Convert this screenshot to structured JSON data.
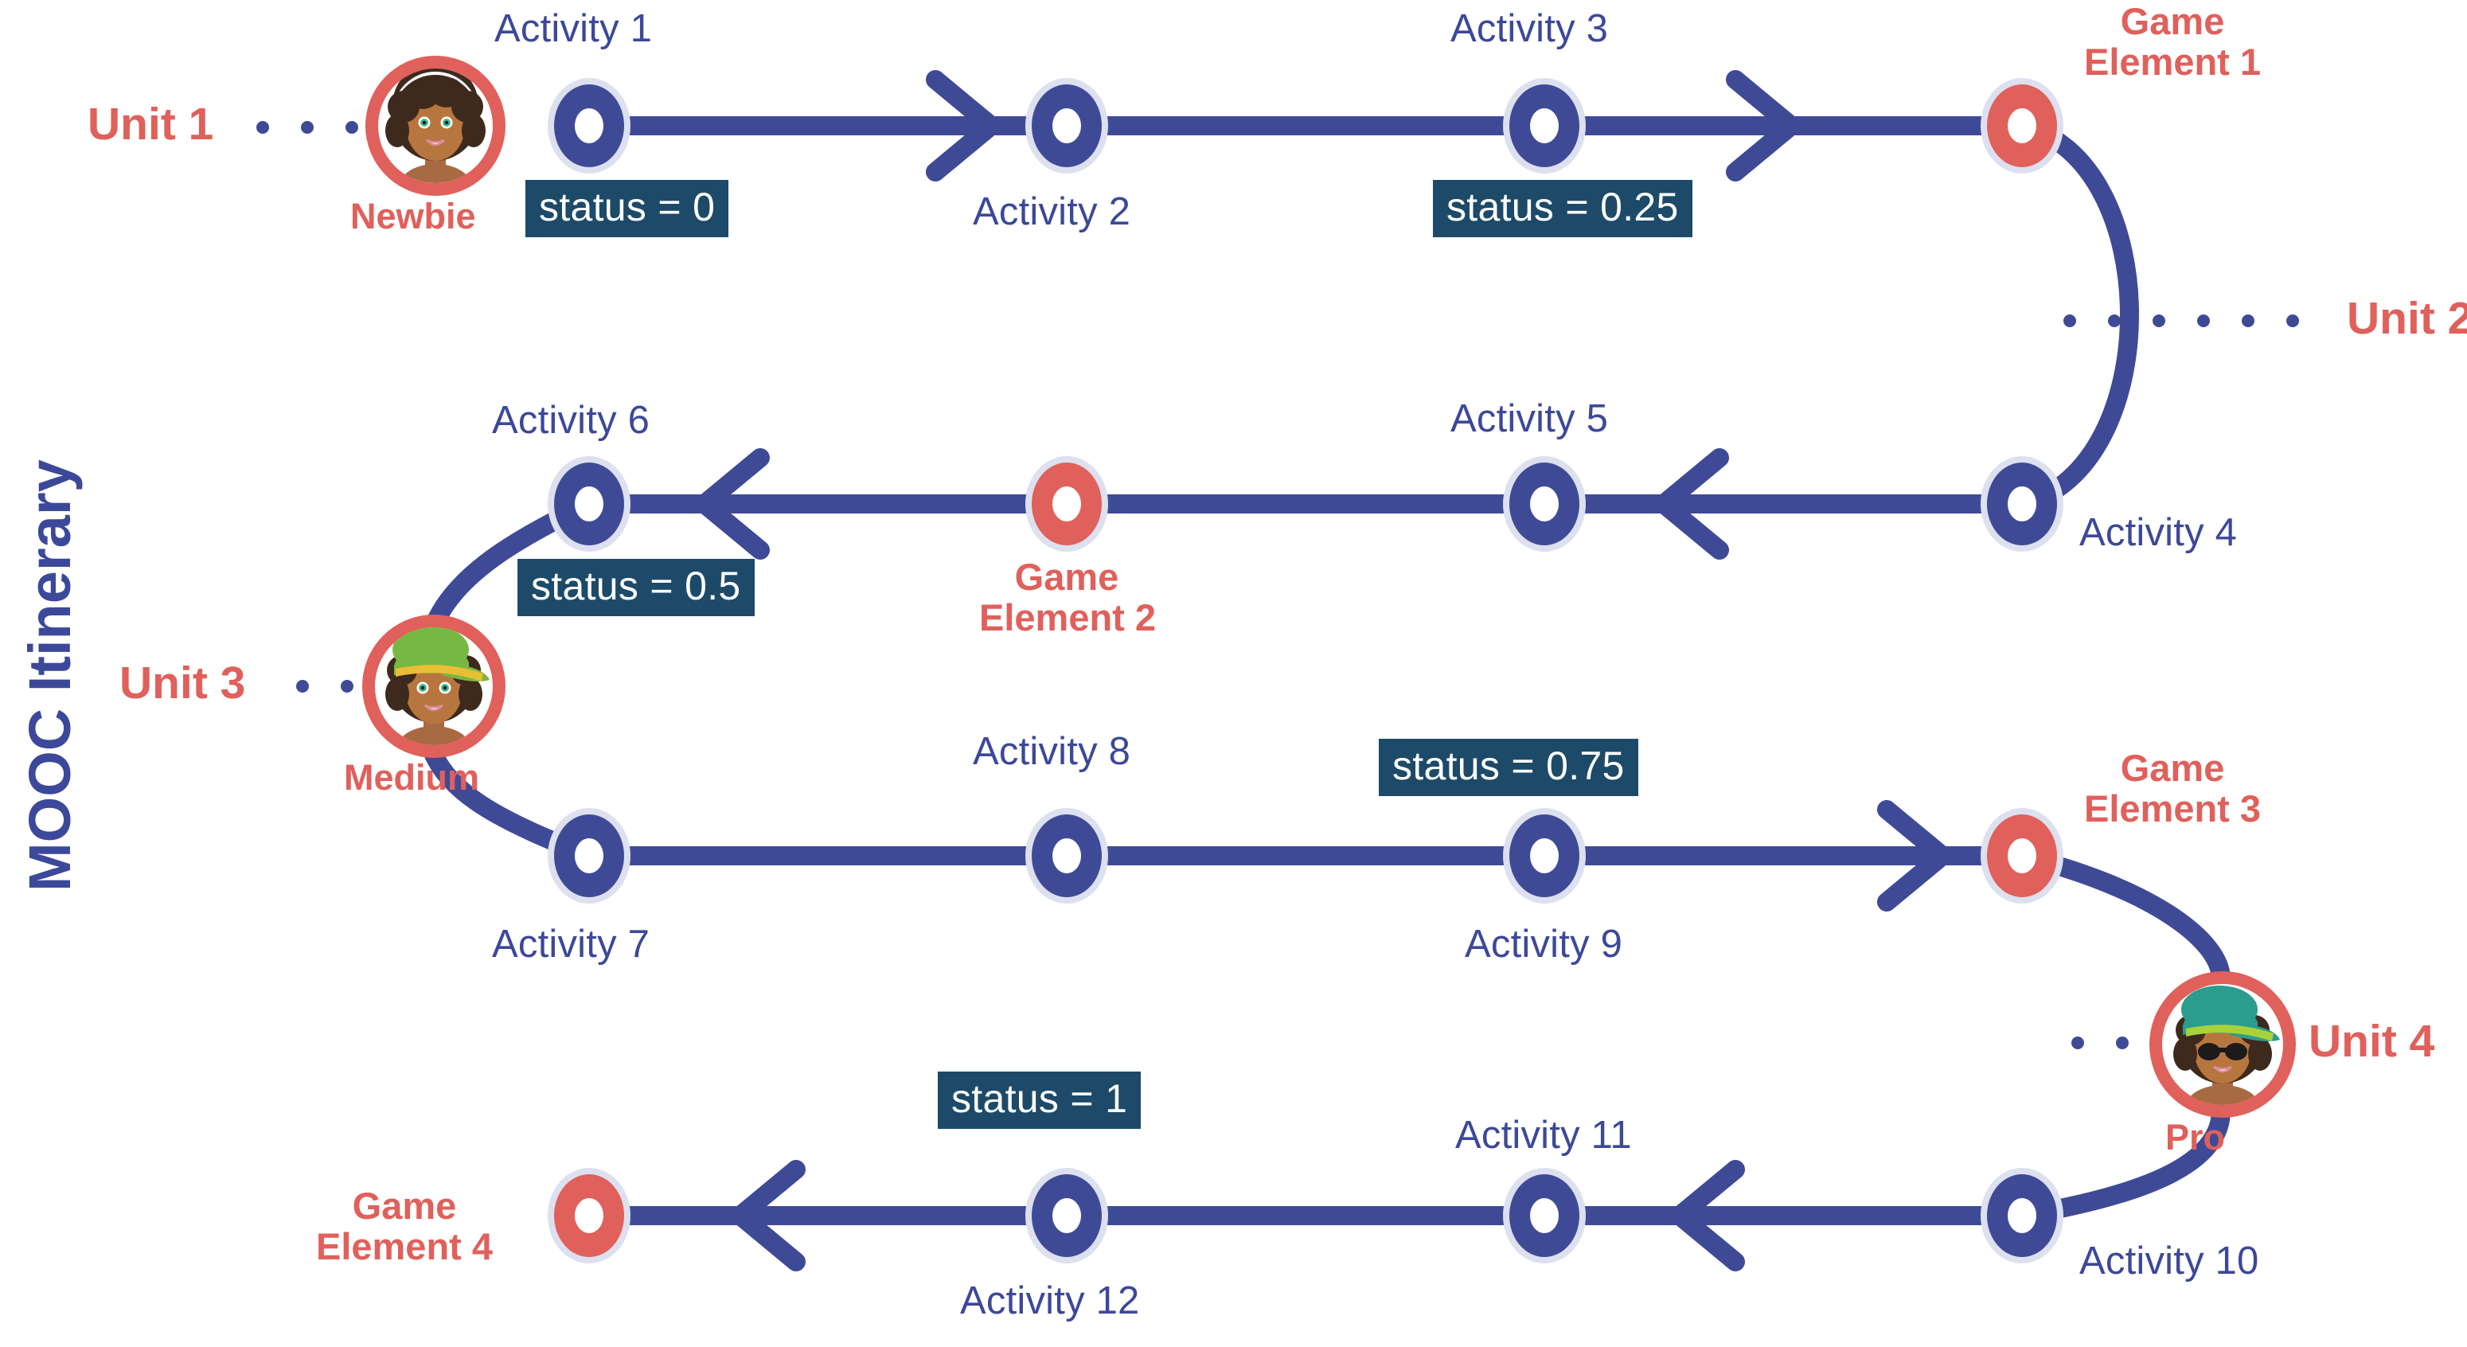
{
  "diagram": {
    "title": "MOOC Itinerary",
    "colors": {
      "node_blue": "#3f4a97",
      "node_red": "#e0605b",
      "node_halo": "#dde0ee",
      "line_blue": "#3f4a97",
      "unit_red": "#e0605b",
      "status_bg": "#1d4a68",
      "status_text": "#ffffff",
      "activity_text": "#3c4899",
      "background": "#ffffff"
    },
    "units": [
      {
        "id": "unit-1",
        "label": "Unit 1"
      },
      {
        "id": "unit-2",
        "label": "Unit 2"
      },
      {
        "id": "unit-3",
        "label": "Unit 3"
      },
      {
        "id": "unit-4",
        "label": "Unit 4"
      }
    ],
    "avatars": [
      {
        "id": "avatar-newbie",
        "caption": "Newbie",
        "icon": "avatar-face-plain"
      },
      {
        "id": "avatar-medium",
        "caption": "Medium",
        "icon": "avatar-face-cap"
      },
      {
        "id": "avatar-pro",
        "caption": "Pro",
        "icon": "avatar-face-cap-sunglasses"
      }
    ],
    "activities": [
      {
        "id": "activity-1",
        "label": "Activity 1"
      },
      {
        "id": "activity-2",
        "label": "Activity 2"
      },
      {
        "id": "activity-3",
        "label": "Activity 3"
      },
      {
        "id": "activity-4",
        "label": "Activity 4"
      },
      {
        "id": "activity-5",
        "label": "Activity 5"
      },
      {
        "id": "activity-6",
        "label": "Activity 6"
      },
      {
        "id": "activity-7",
        "label": "Activity 7"
      },
      {
        "id": "activity-8",
        "label": "Activity 8"
      },
      {
        "id": "activity-9",
        "label": "Activity 9"
      },
      {
        "id": "activity-10",
        "label": "Activity 10"
      },
      {
        "id": "activity-11",
        "label": "Activity 11"
      },
      {
        "id": "activity-12",
        "label": "Activity 12"
      }
    ],
    "game_elements": [
      {
        "id": "game-element-1",
        "line1": "Game",
        "line2": "Element 1"
      },
      {
        "id": "game-element-2",
        "line1": "Game",
        "line2": "Element 2"
      },
      {
        "id": "game-element-3",
        "line1": "Game",
        "line2": "Element 3"
      },
      {
        "id": "game-element-4",
        "line1": "Game",
        "line2": "Element 4"
      }
    ],
    "status_chips": [
      {
        "id": "status-0",
        "label": "status = 0"
      },
      {
        "id": "status-025",
        "label": "status = 0.25"
      },
      {
        "id": "status-05",
        "label": "status = 0.5"
      },
      {
        "id": "status-075",
        "label": "status = 0.75"
      },
      {
        "id": "status-1",
        "label": "status = 1"
      }
    ]
  }
}
